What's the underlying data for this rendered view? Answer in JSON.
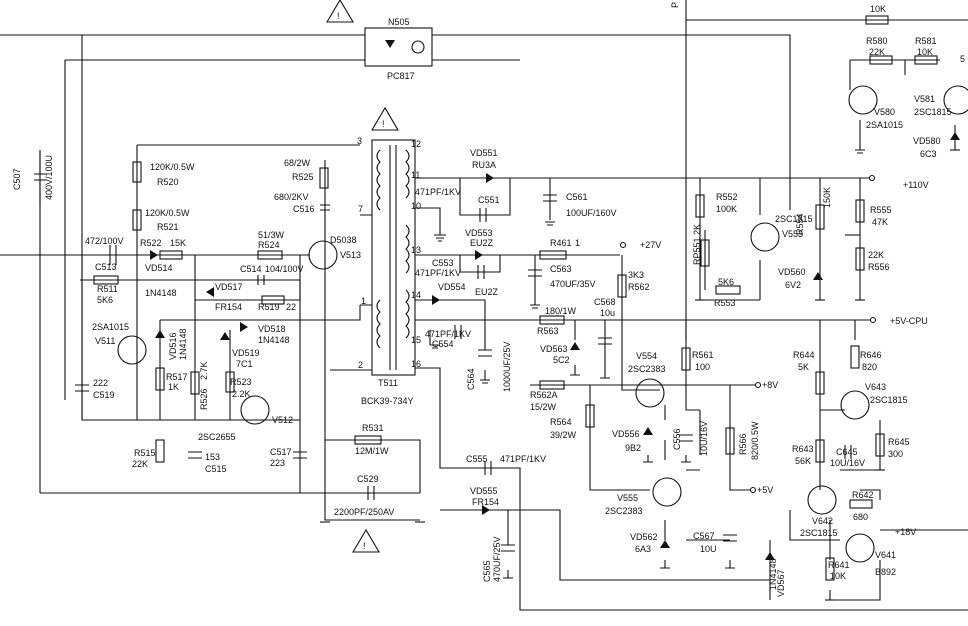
{
  "warnings": [
    "!",
    "!",
    "!"
  ],
  "optocoupler": {
    "ref": "N505",
    "part": "PC817"
  },
  "transformer": {
    "ref": "T511",
    "part": "BCK39-734Y",
    "pins": [
      "3",
      "12",
      "11",
      "7",
      "10",
      "13",
      "1",
      "14",
      "15",
      "2",
      "16"
    ]
  },
  "components": {
    "C507": {
      "ref": "C507",
      "value": "400V/100U"
    },
    "R520": {
      "ref": "R520",
      "value": "120K/0.5W"
    },
    "R521": {
      "ref": "R521",
      "value": "120K/0.5W"
    },
    "C513": {
      "ref": "C513",
      "value": "472/100V"
    },
    "R522": {
      "ref": "R522",
      "value": "15K"
    },
    "R524": {
      "ref": "R524",
      "value": "51/3W"
    },
    "R525": {
      "ref": "R525",
      "value": "68/2W"
    },
    "C516": {
      "ref": "C516",
      "value": "680/2KV"
    },
    "V513": {
      "ref": "V513",
      "part": "D5038"
    },
    "VD514": {
      "ref": "VD514",
      "part": "1N4148"
    },
    "C514": {
      "ref": "C514",
      "value": "104/100V"
    },
    "VD517": {
      "ref": "VD517",
      "part": "FR154"
    },
    "R519": {
      "ref": "R519",
      "value": "22"
    },
    "VD518": {
      "ref": "VD518",
      "part": "1N4148"
    },
    "VD519": {
      "ref": "VD519",
      "part": "7C1"
    },
    "R511": {
      "ref": "R511",
      "value": "5K6"
    },
    "V511": {
      "ref": "V511",
      "part": "2SA1015"
    },
    "VD516": {
      "ref": "VD516",
      "part": "1N4148"
    },
    "R517": {
      "ref": "R517",
      "value": "1K"
    },
    "R526": {
      "ref": "R526",
      "value": "2.7K"
    },
    "R523": {
      "ref": "R523",
      "value": "2.2K"
    },
    "V512": {
      "ref": "V512",
      "part": "2SC2655"
    },
    "C519": {
      "ref": "C519",
      "value": "222"
    },
    "R515": {
      "ref": "R515",
      "value": "22K"
    },
    "C515": {
      "ref": "C515",
      "value": "153"
    },
    "C517": {
      "ref": "C517",
      "value": "223"
    },
    "R531": {
      "ref": "R531",
      "value": "12M/1W"
    },
    "C529": {
      "ref": "C529",
      "value": "2200PF/250AV"
    },
    "VD551": {
      "ref": "VD551",
      "part": "RU3A"
    },
    "C551": {
      "ref": "C551",
      "value": "471PF/1KV"
    },
    "C561": {
      "ref": "C561",
      "value": "100UF/160V"
    },
    "VD553": {
      "ref": "VD553",
      "part": "EU2Z"
    },
    "C553": {
      "ref": "C553",
      "value": "471PF/1KV"
    },
    "R461": {
      "ref": "R461",
      "value": "1"
    },
    "C563": {
      "ref": "C563",
      "value": "470UF/35V"
    },
    "VD554": {
      "ref": "VD554",
      "part": "EU2Z"
    },
    "C554": {
      "ref": "C554",
      "value": "471PF/1KV"
    },
    "C564": {
      "ref": "C564",
      "value": "1000UF/25V"
    },
    "R563": {
      "ref": "R563",
      "value": "180/1W"
    },
    "VD563": {
      "ref": "VD563",
      "part": "5C2"
    },
    "C568": {
      "ref": "C568",
      "value": "10u"
    },
    "R562": {
      "ref": "R562",
      "value": "3K3"
    },
    "V554": {
      "ref": "V554",
      "part": "2SC2383"
    },
    "R562A": {
      "ref": "R562A",
      "value": "15/2W"
    },
    "R564": {
      "ref": "R564",
      "value": "39/2W"
    },
    "VD556": {
      "ref": "VD556",
      "part": "9B2"
    },
    "C556": {
      "ref": "C556",
      "value": "10U/16V"
    },
    "R566": {
      "ref": "R566",
      "value": "820/0.5W"
    },
    "R561": {
      "ref": "R561",
      "value": "100"
    },
    "C555": {
      "ref": "C555",
      "value": "471PF/1KV"
    },
    "VD555": {
      "ref": "VD555",
      "part": "FR154"
    },
    "C565": {
      "ref": "C565",
      "value": "470UF/25V"
    },
    "V555": {
      "ref": "V555",
      "part": "2SC2383"
    },
    "VD562": {
      "ref": "VD562",
      "part": "6A3"
    },
    "C567": {
      "ref": "C567",
      "value": "10U"
    },
    "R552": {
      "ref": "R552",
      "value": "100K"
    },
    "RP551": {
      "ref": "RP551",
      "value": "2K"
    },
    "R553": {
      "ref": "R553",
      "value": "5K6"
    },
    "V553": {
      "ref": "V553",
      "part": "2SC1815"
    },
    "R554": {
      "ref": "R554",
      "value": "150K"
    },
    "VD560": {
      "ref": "VD560",
      "part": "6V2"
    },
    "R555": {
      "ref": "R555",
      "value": "47K"
    },
    "R556": {
      "ref": "R556",
      "value": "22K"
    },
    "R580": {
      "ref": "R580",
      "value": "22K"
    },
    "R581": {
      "ref": "R581",
      "value": "10K"
    },
    "V580": {
      "ref": "V580",
      "part": "2SA1015"
    },
    "V581": {
      "ref": "V581",
      "part": "2SC1815"
    },
    "VD580": {
      "ref": "VD580",
      "part": "6C3"
    },
    "Rtop": {
      "value": "10K"
    },
    "R644": {
      "ref": "R644",
      "value": "5K"
    },
    "R646": {
      "ref": "R646",
      "value": "820"
    },
    "V643": {
      "ref": "V643",
      "part": "2SC1815"
    },
    "R643": {
      "ref": "R643",
      "value": "56K"
    },
    "C645": {
      "ref": "C645",
      "value": "10U/16V"
    },
    "R645": {
      "ref": "R645",
      "value": "300"
    },
    "R642": {
      "ref": "R642",
      "value": "680"
    },
    "V642": {
      "ref": "V642",
      "part": "2SC1815"
    },
    "V641": {
      "ref": "V641",
      "part": "B892"
    },
    "R641": {
      "ref": "R641",
      "value": "10K"
    },
    "VD567": {
      "ref": "VD567",
      "part": "1N4148"
    }
  },
  "rails": {
    "v110": "+110V",
    "v27": "+27V",
    "v5cpu": "+5V-CPU",
    "v8": "+8V",
    "v5": "+5V",
    "v18": "+18V"
  },
  "edge_labels": {
    "p": "P",
    "s": "5"
  }
}
